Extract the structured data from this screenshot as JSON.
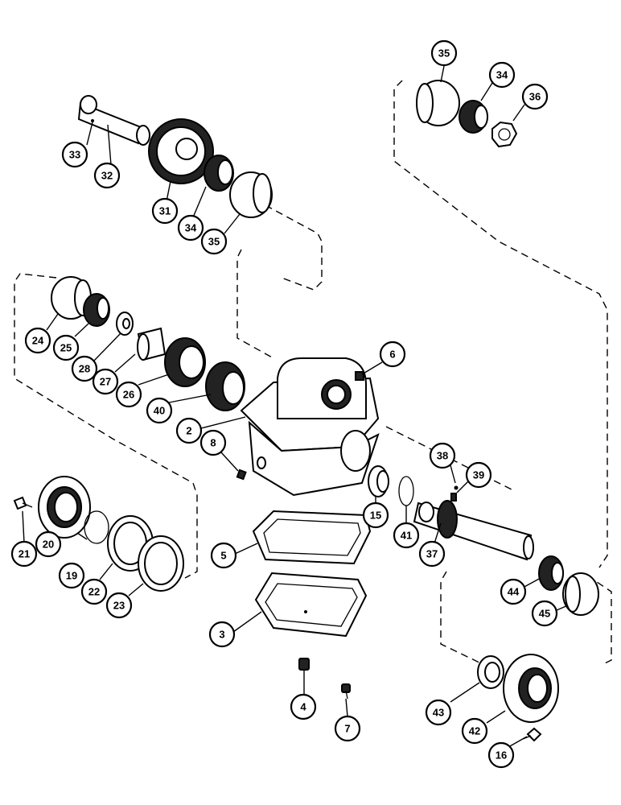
{
  "callouts": [
    {
      "id": "c35a",
      "label": "35"
    },
    {
      "id": "c34a",
      "label": "34"
    },
    {
      "id": "c36",
      "label": "36"
    },
    {
      "id": "c33",
      "label": "33"
    },
    {
      "id": "c32",
      "label": "32"
    },
    {
      "id": "c31",
      "label": "31"
    },
    {
      "id": "c34b",
      "label": "34"
    },
    {
      "id": "c35b",
      "label": "35"
    },
    {
      "id": "c24",
      "label": "24"
    },
    {
      "id": "c25",
      "label": "25"
    },
    {
      "id": "c28",
      "label": "28"
    },
    {
      "id": "c27",
      "label": "27"
    },
    {
      "id": "c26",
      "label": "26"
    },
    {
      "id": "c40",
      "label": "40"
    },
    {
      "id": "c6",
      "label": "6"
    },
    {
      "id": "c2",
      "label": "2"
    },
    {
      "id": "c8",
      "label": "8"
    },
    {
      "id": "c38",
      "label": "38"
    },
    {
      "id": "c39",
      "label": "39"
    },
    {
      "id": "c15",
      "label": "15"
    },
    {
      "id": "c41",
      "label": "41"
    },
    {
      "id": "c37",
      "label": "37"
    },
    {
      "id": "c21",
      "label": "21"
    },
    {
      "id": "c20",
      "label": "20"
    },
    {
      "id": "c19",
      "label": "19"
    },
    {
      "id": "c22",
      "label": "22"
    },
    {
      "id": "c23",
      "label": "23"
    },
    {
      "id": "c5",
      "label": "5"
    },
    {
      "id": "c3",
      "label": "3"
    },
    {
      "id": "c4",
      "label": "4"
    },
    {
      "id": "c7",
      "label": "7"
    },
    {
      "id": "c44",
      "label": "44"
    },
    {
      "id": "c45",
      "label": "45"
    },
    {
      "id": "c43",
      "label": "43"
    },
    {
      "id": "c42",
      "label": "42"
    },
    {
      "id": "c16",
      "label": "16"
    }
  ]
}
